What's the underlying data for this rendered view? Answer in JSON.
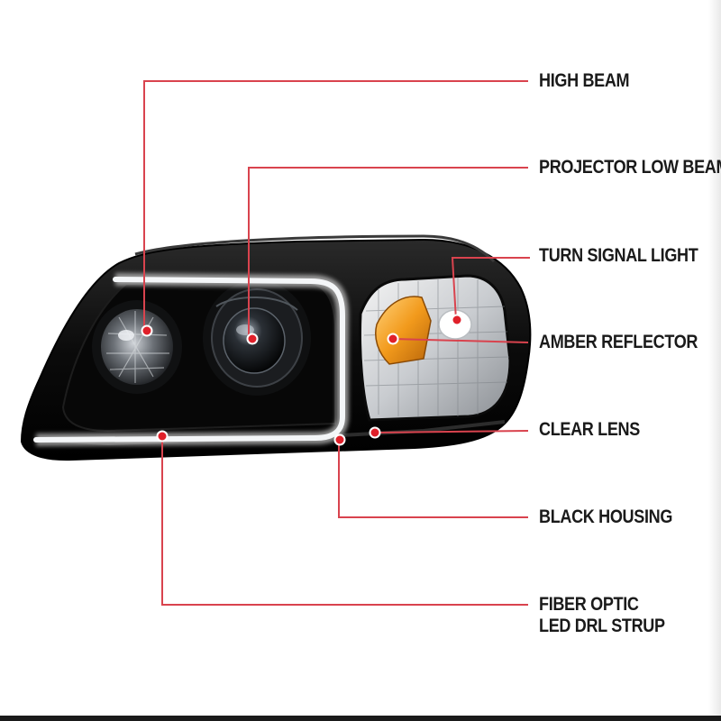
{
  "callouts": [
    {
      "id": "high-beam",
      "label": "HIGH BEAM"
    },
    {
      "id": "projector-low-beam",
      "label": "PROJECTOR LOW BEAM"
    },
    {
      "id": "turn-signal-light",
      "label": "TURN SIGNAL LIGHT"
    },
    {
      "id": "amber-reflector",
      "label": "AMBER REFLECTOR"
    },
    {
      "id": "clear-lens",
      "label": "CLEAR LENS"
    },
    {
      "id": "black-housing",
      "label": "BLACK HOUSING"
    },
    {
      "id": "fiber-optic-led-drl",
      "label": "FIBER OPTIC",
      "label_line2": "LED DRL STRUP"
    }
  ],
  "colors": {
    "leader_line": "#d9434e",
    "marker_dot": "#e0202a",
    "housing": "#0c0c0c",
    "amber": "#f29a1c",
    "drl_light": "#f4f6f8",
    "label_text": "#1a1a1a"
  }
}
